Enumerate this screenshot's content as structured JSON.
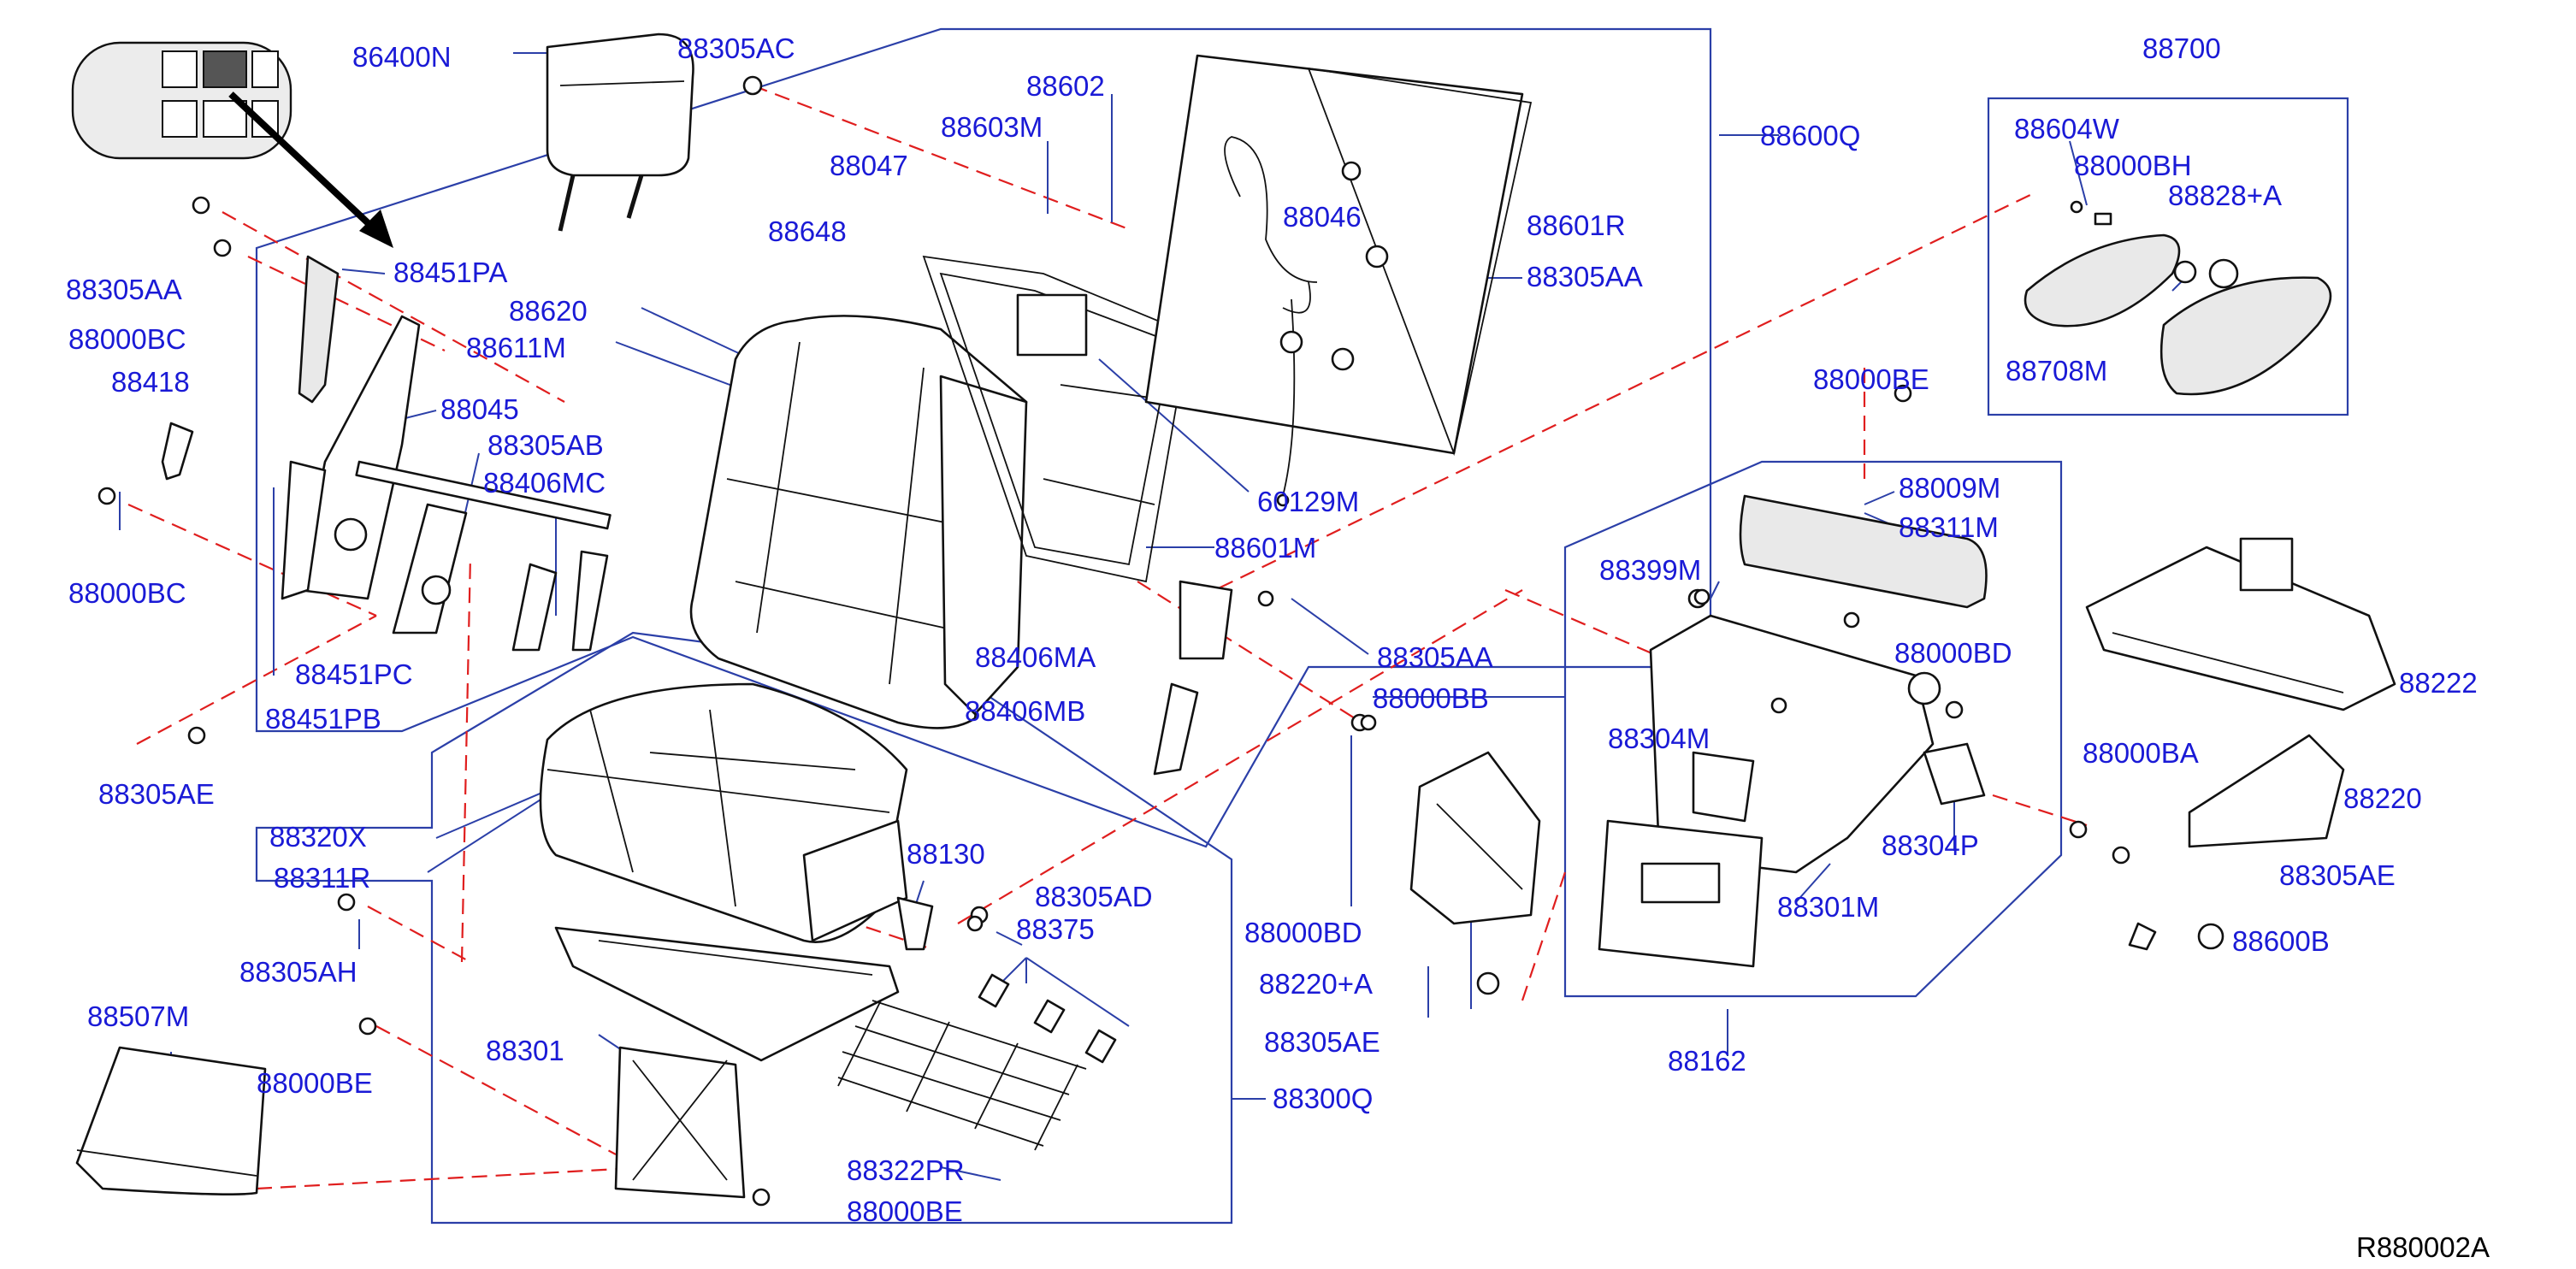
{
  "diagram": {
    "code": "R880002A",
    "colors": {
      "label": "#1a1ad6",
      "leader": "#2b3fa8",
      "dashed_line": "#e01e1e",
      "part_outline": "#111111"
    },
    "labels": [
      "86400N",
      "88305AC",
      "88602",
      "88603M",
      "88047",
      "88648",
      "88046",
      "88601R",
      "88305AA",
      "88600Q",
      "88700",
      "88604W",
      "88000BH",
      "88828+A",
      "88708M",
      "88451PA",
      "88305AA",
      "88000BC",
      "88418",
      "88620",
      "88611M",
      "88045",
      "88305AB",
      "88406MC",
      "88000BC",
      "88451PC",
      "88451PB",
      "88305AE",
      "60129M",
      "88601M",
      "88406MA",
      "88406MB",
      "88305AA",
      "88000BB",
      "88000BE",
      "88009M",
      "88311M",
      "88399M",
      "88000BD",
      "88304M",
      "88222",
      "88000BA",
      "88220",
      "88304P",
      "88305AE",
      "88301M",
      "88600B",
      "88320X",
      "88311R",
      "88130",
      "88305AD",
      "88375",
      "88305AH",
      "88000BD",
      "88220+A",
      "88301",
      "88305AE",
      "88300Q",
      "88507M",
      "88000BE",
      "88322PR",
      "88000BE",
      "88162"
    ]
  }
}
